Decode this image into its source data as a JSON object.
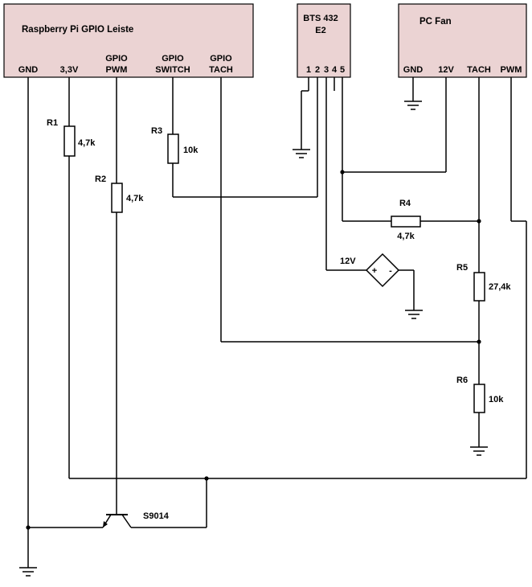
{
  "raspberry_pi": {
    "title": "Raspberry Pi GPIO Leiste",
    "pins": [
      {
        "lines": [
          "GND"
        ]
      },
      {
        "lines": [
          "3,3V"
        ]
      },
      {
        "lines": [
          "GPIO",
          "PWM"
        ]
      },
      {
        "lines": [
          "GPIO",
          "SWITCH"
        ]
      },
      {
        "lines": [
          "GPIO",
          "TACH"
        ]
      }
    ]
  },
  "bts": {
    "title_lines": [
      "BTS 432",
      "E2"
    ],
    "pins": [
      "1",
      "2",
      "3",
      "4",
      "5"
    ]
  },
  "fan": {
    "title": "PC Fan",
    "pins": [
      "GND",
      "12V",
      "TACH",
      "PWM"
    ]
  },
  "resistors": [
    {
      "name": "R1",
      "value": "4,7k"
    },
    {
      "name": "R2",
      "value": "4,7k"
    },
    {
      "name": "R3",
      "value": "10k"
    },
    {
      "name": "R4",
      "value": "4,7k"
    },
    {
      "name": "R5",
      "value": "27,4k"
    },
    {
      "name": "R6",
      "value": "10k"
    }
  ],
  "source": {
    "label": "12V",
    "plus": "+",
    "minus": "-"
  },
  "transistor": {
    "label": "S9014"
  },
  "colors": {
    "box_fill": "#ebd3d3",
    "line": "#000000",
    "background": "#ffffff"
  }
}
